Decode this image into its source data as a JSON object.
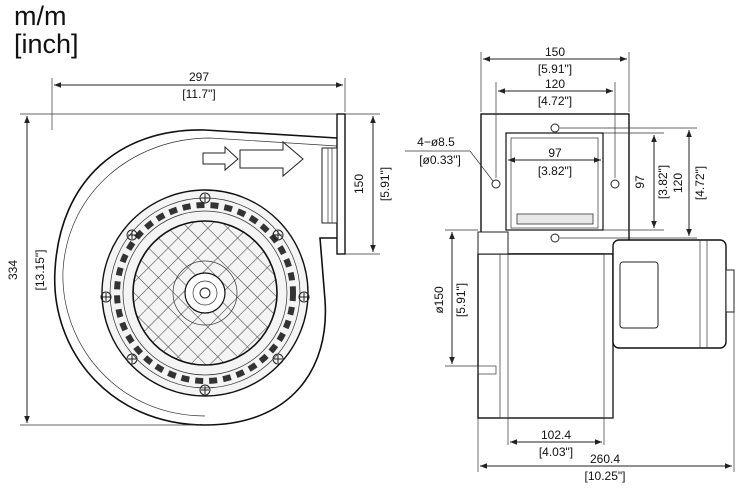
{
  "units": {
    "primary": "m/m",
    "secondary": "[inch]"
  },
  "front_view": {
    "width_mm": "297",
    "width_in": "[11.7\"]",
    "height_mm": "334",
    "height_in": "[13.15\"]",
    "outlet_mm": "150",
    "outlet_in": "[5.91\"]"
  },
  "side_view": {
    "flange_width_mm": "150",
    "flange_width_in": "[5.91\"]",
    "hole_spacing_mm": "120",
    "hole_spacing_in": "[4.72\"]",
    "holes_label": "4−ø8.5",
    "holes_in": "[ø0.33\"]",
    "opening_mm": "97",
    "opening_in": "[3.82\"]",
    "opening_h_mm": "97",
    "opening_h_in": "[3.82\"]",
    "hole_v_mm": "120",
    "hole_v_in": "[4.72\"]",
    "inlet_mm": "ø150",
    "inlet_in": "[5.91\"]",
    "impeller_mm": "102.4",
    "impeller_in": "[4.03\"]",
    "overall_mm": "260.4",
    "overall_in": "[10.25\"]"
  }
}
